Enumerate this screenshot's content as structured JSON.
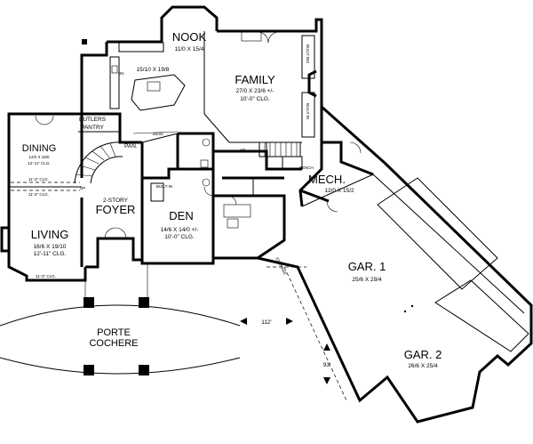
{
  "rooms": {
    "nook": {
      "name": "NOOK",
      "dims": "11/0 X 15/4"
    },
    "kitchen": {
      "dims": "15/10 X 19/8"
    },
    "family": {
      "name": "FAMILY",
      "dims": "27/0 X 23/6 +/-",
      "ceiling": "10'-0\" CLG."
    },
    "butlers": {
      "line1": "BUTLERS",
      "line2": "PANTRY"
    },
    "dining": {
      "name": "DINING",
      "dims": "12/2 X 18/0",
      "ceiling": "12'-11\" CLG."
    },
    "foyer": {
      "line1": "2-STORY",
      "line2": "FOYER"
    },
    "den": {
      "name": "DEN",
      "dims": "14/6 X 14/0 +/-",
      "ceiling": "10'-0\" CLG."
    },
    "living": {
      "name": "LIVING",
      "dims": "16/6 X 19/10",
      "ceiling": "12'-11\" CLG."
    },
    "mech": {
      "name": "MECH.",
      "dims": "12/0 X 15/2"
    },
    "gar1": {
      "name": "GAR. 1",
      "dims": "25/6 X 29/4"
    },
    "gar2": {
      "name": "GAR. 2",
      "dims": "26/6 X 25/4"
    },
    "porte": {
      "line1": "PORTE",
      "line2": "COCHERE"
    }
  },
  "small_labels": {
    "dn": "DN",
    "up": "UP",
    "up2": "UP",
    "pan": "PAN.",
    "desk": "DESK",
    "bench": "BENCH",
    "built_ins": "BUILT-INS",
    "built_in_1": "BUILT-IN",
    "built_in_2": "BUILT-IN",
    "clg_dining_top": "11'-3\" CLG.",
    "clg_dining_bottom": "11'-3\" CLG.",
    "clg_living_bottom": "11'-3\" CLG.",
    "storage": "STORAGE"
  },
  "overall": {
    "width": "112'",
    "depth": "93'"
  }
}
